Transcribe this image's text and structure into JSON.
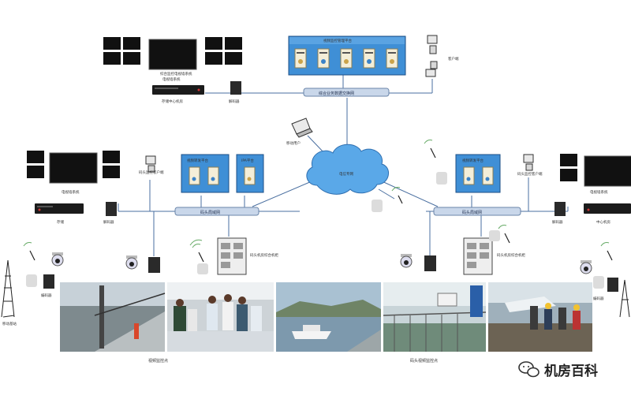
{
  "colors": {
    "line": "#4a6fa0",
    "bus_fill": "#c9d7ea",
    "panel_fill": "#3f8fd6",
    "cloud": "#5aa8e8",
    "monitor": "#111111"
  },
  "center": {
    "video_wall_label": "综合监控电视墙系统",
    "video_wall_label2": "电视墙系统",
    "recorder_label": "存储中心机房",
    "decoder_label": "解码器",
    "platform_title": "视频监控管理平台",
    "client_label": "客户端",
    "bus_label": "综合业务数据交换网",
    "mobile_label": "移动用户"
  },
  "cloud": {
    "label": "电信专网"
  },
  "left_site": {
    "wall_label": "电视墙系统",
    "nvr_label": "存储",
    "decoder_label": "解码器",
    "platform_title": "视频转发平台",
    "ipa_title": "IPA平台",
    "client_label": "码头监控客户端",
    "bus_label": "码头局域网",
    "cabinet_label": "码头机房综合机柜",
    "encoder_label": "编码器",
    "tower_label": "移动基站",
    "photo_caption": "视频监控点"
  },
  "right_site": {
    "platform_title": "视频转发平台",
    "client_label": "码头监控客户端",
    "bus_label": "码头局域网",
    "wall_label": "电视墙系统",
    "decoder_label": "解码器",
    "center_label": "中心机房",
    "cabinet_label": "码头机房综合机柜",
    "encoder_label": "编码器",
    "photo_caption": "码头视频监控点"
  },
  "watermark": {
    "text": "机房百科",
    "icon": "wechat-icon"
  }
}
